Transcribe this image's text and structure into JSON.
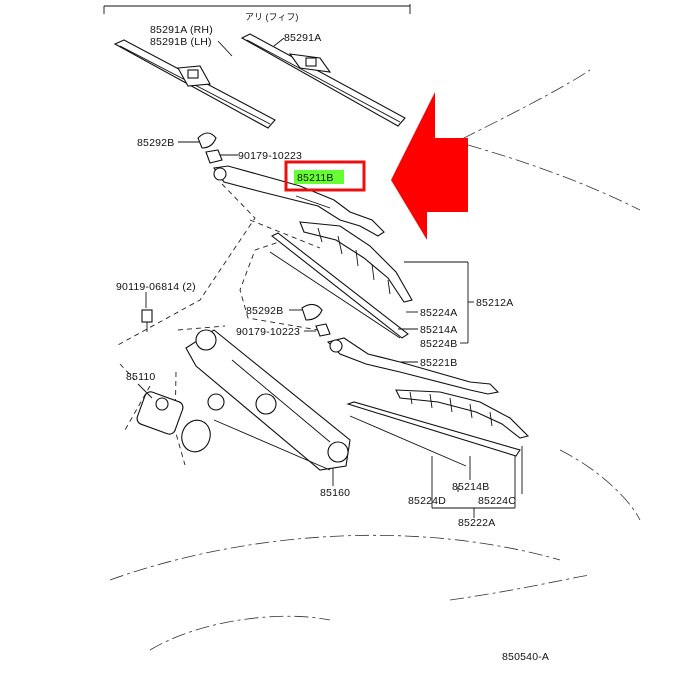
{
  "diagram": {
    "header_note": "アリ (フィフ)",
    "figure_code": "850540-A",
    "highlight": {
      "part_number": "85211B",
      "highlight_color": "#66ff33",
      "box_color": "#e81010",
      "arrow_color": "#ff0000"
    },
    "labels": {
      "l85291a_rh": "85291A (RH)",
      "l85291b_lh": "85291B (LH)",
      "l85291a_top": "85291A",
      "l85292b_top": "85292B",
      "l90179_top": "90179-10223",
      "l90119": "90119-06814 (2)",
      "l85292b_mid": "85292B",
      "l90179_mid": "90179-10223",
      "l85224a": "85224A",
      "l85212a": "85212A",
      "l85214a": "85214A",
      "l85224b": "85224B",
      "l85221b": "85221B",
      "l85110": "85110",
      "l85214b": "85214B",
      "l85224d": "85224D",
      "l85224c": "85224C",
      "l85222a": "85222A",
      "l85160": "85160"
    }
  }
}
